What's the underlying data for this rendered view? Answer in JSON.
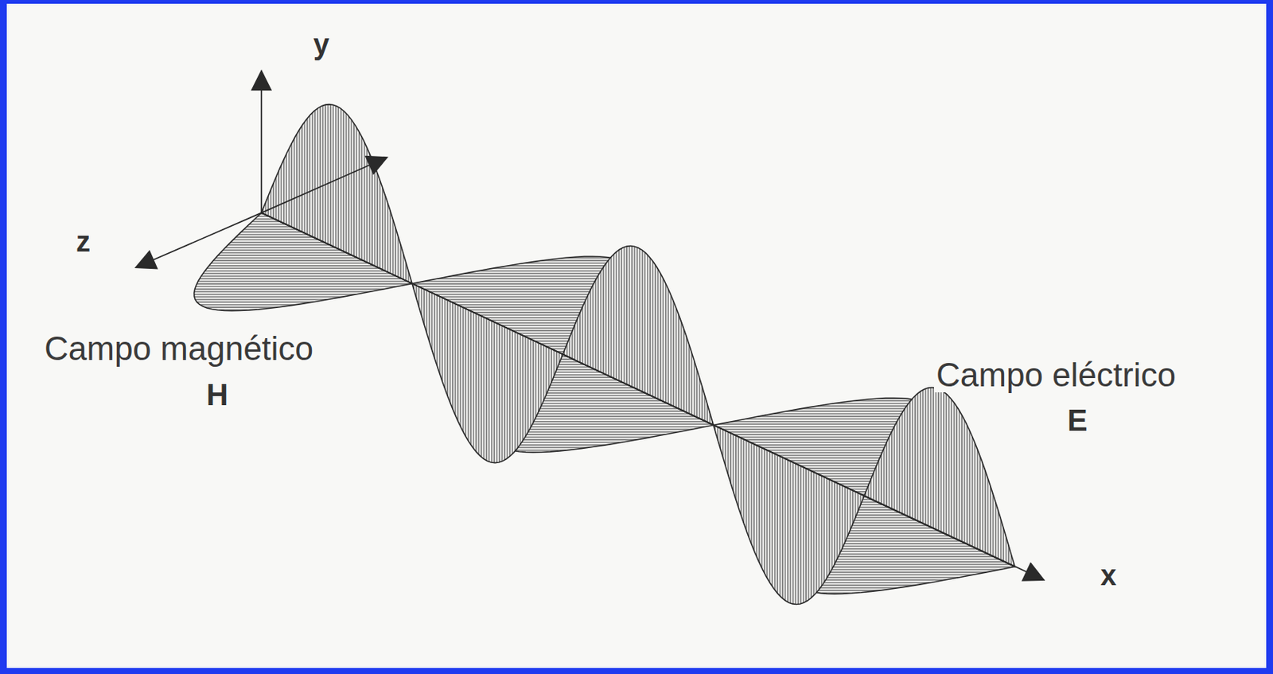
{
  "diagram": {
    "labels": [
      "y",
      "z",
      "x",
      "Campo magnético",
      "H",
      "Campo eléctrico",
      "E"
    ]
  }
}
